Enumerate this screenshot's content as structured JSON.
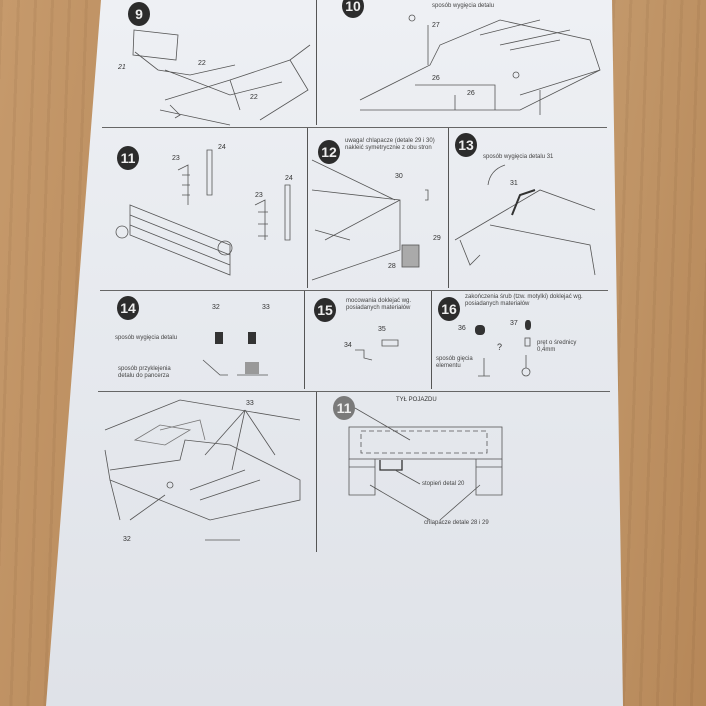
{
  "steps": {
    "s9": {
      "number": "9",
      "parts": [
        "21",
        "22",
        "22"
      ]
    },
    "s10": {
      "number": "10",
      "note": "sposób wygięcia detalu",
      "parts": [
        "27",
        "26",
        "26"
      ]
    },
    "s11": {
      "number": "11",
      "parts": [
        "23",
        "24",
        "23",
        "24"
      ]
    },
    "s12": {
      "number": "12",
      "note": "uwaga! chlapacze (detale 29 i 30) nakleić symetrycznie z obu stron",
      "parts": [
        "30",
        "29",
        "28"
      ]
    },
    "s13": {
      "number": "13",
      "note": "sposób wygięcia detalu 31",
      "parts": [
        "31"
      ]
    },
    "s14": {
      "number": "14",
      "parts": [
        "32",
        "33"
      ],
      "note1": "sposób wygięcia detalu",
      "note2": "sposób przyklejenia detalu do pancerza"
    },
    "s15": {
      "number": "15",
      "note": "mocowania doklejać wg. posiadanych materiałów",
      "parts": [
        "34",
        "35"
      ]
    },
    "s16": {
      "number": "16",
      "note": "zakończenia śrub (tzw. motylki) doklejać wg. posiadanych materiałów",
      "parts": [
        "36",
        "37"
      ],
      "question": "?",
      "rod": "pręt o średnicy 0,4mm",
      "bend": "sposób gięcia elementu"
    },
    "s17": {
      "parts": [
        "33",
        "32"
      ]
    },
    "rear": {
      "number": "11",
      "title": "TYŁ POJAZDU",
      "step_label": "stopień detal 20",
      "flaps_label": "chlapacze detale 28 i 29"
    }
  }
}
